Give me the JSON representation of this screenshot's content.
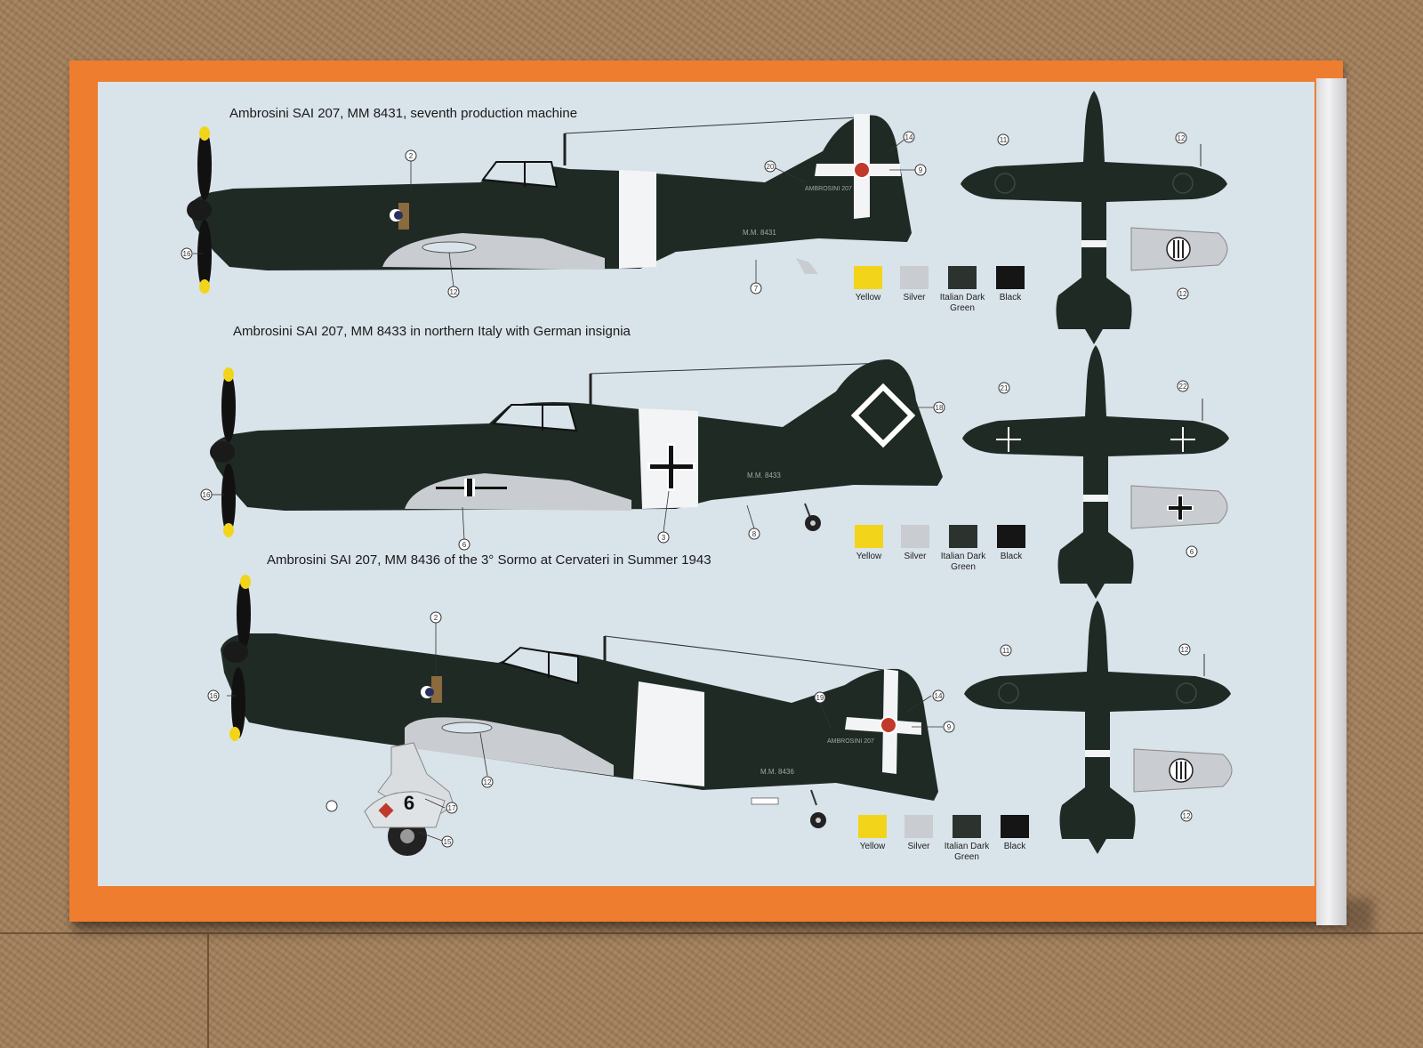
{
  "profiles": [
    {
      "caption": "Ambrosini SAI 207, MM 8431, seventh production machine",
      "serial": "M.M. 8431",
      "tail_text": "AMBROSINI 207",
      "callouts": [
        "2",
        "12",
        "16",
        "7",
        "20",
        "14",
        "9"
      ],
      "wing_callouts": [
        "11",
        "12",
        "12"
      ]
    },
    {
      "caption": "Ambrosini SAI 207, MM 8433 in northern Italy with German insignia",
      "serial": "M.M. 8433",
      "callouts": [
        "16",
        "6",
        "3",
        "8",
        "18"
      ],
      "wing_callouts": [
        "21",
        "22",
        "6"
      ]
    },
    {
      "caption": "Ambrosini SAI 207, MM 8436 of the 3° Sormo at Cervateri in Summer 1943",
      "serial": "M.M. 8436",
      "tail_text": "AMBROSINI 207",
      "code": "6",
      "callouts": [
        "2",
        "16",
        "12",
        "17",
        "15",
        "19",
        "14",
        "9"
      ],
      "wing_callouts": [
        "11",
        "12",
        "12"
      ]
    }
  ],
  "swatches": [
    {
      "label": "Yellow",
      "color": "#f2d51a"
    },
    {
      "label": "Silver",
      "color": "#c9ccd0"
    },
    {
      "label": "Italian Dark Green",
      "color": "#2c332f"
    },
    {
      "label": "Black",
      "color": "#151515"
    }
  ],
  "colors": {
    "box_orange": "#ef7d2f",
    "panel_blue": "#d9e3ea",
    "dark_green": "#1f2a24",
    "silver": "#c9ccd0"
  }
}
